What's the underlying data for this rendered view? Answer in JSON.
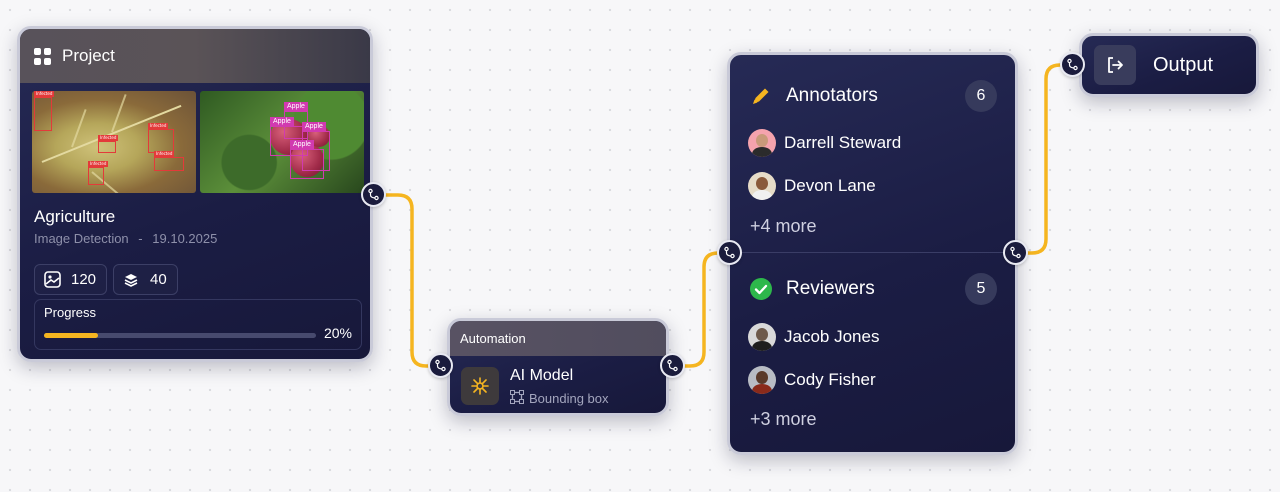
{
  "project": {
    "header": "Project",
    "title": "Agriculture",
    "type": "Image Detection",
    "separator": "-",
    "date": "19.10.2025",
    "images_count": "120",
    "layers_count": "40",
    "progress_label": "Progress",
    "progress_value": 0.2,
    "progress_text": "20%",
    "thumb1_labels": [
      "Infected",
      "Infected",
      "Infected",
      "Infected",
      "Infected"
    ],
    "thumb2_labels": [
      "Apple",
      "Apple",
      "Apple",
      "Apple"
    ]
  },
  "automation": {
    "header": "Automation",
    "title": "AI Model",
    "subtitle": "Bounding box"
  },
  "annotators": {
    "title": "Annotators",
    "count": "6",
    "people": [
      "Darrell Steward",
      "Devon Lane"
    ],
    "more": "+4 more"
  },
  "reviewers": {
    "title": "Reviewers",
    "count": "5",
    "people": [
      "Jacob Jones",
      "Cody Fisher"
    ],
    "more": "+3 more"
  },
  "output": {
    "label": "Output"
  },
  "colors": {
    "accent": "#f5b520",
    "node_bg": "#1b1d44",
    "check": "#2db84b"
  },
  "icons": [
    "grid-icon",
    "image-icon",
    "layers-icon",
    "ai-model-icon",
    "bounding-box-icon",
    "pencil-icon",
    "check-circle-icon",
    "logout-icon",
    "connector-port-icon"
  ]
}
